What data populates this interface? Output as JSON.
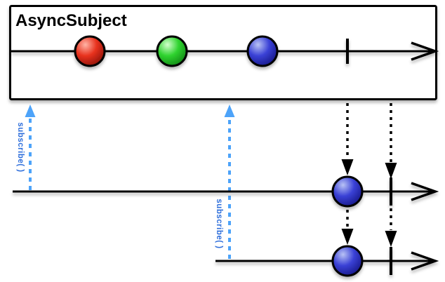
{
  "diagram": {
    "title": "AsyncSubject",
    "type": "marble-diagram",
    "source_timeline": {
      "marbles": [
        "red",
        "green",
        "blue"
      ],
      "completed": true
    },
    "observers": [
      {
        "label": "subscribe( )",
        "received_marbles": [
          "blue"
        ],
        "completed": true
      },
      {
        "label": "subscribe( )",
        "received_marbles": [
          "blue"
        ],
        "completed": true
      }
    ]
  },
  "labels": {
    "subscribe_1": "subscribe( )",
    "subscribe_2": "subscribe( )"
  },
  "colors": {
    "line": "#000000",
    "box_border": "#000000",
    "box_fill": "#ffffff",
    "subscribe_arrow": "#4da3f9",
    "subscribe_text": "#2f6fdb",
    "red": "#e8321e",
    "red_light": "#ffb4a6",
    "red_dark": "#7e0d05",
    "green": "#2fd32f",
    "green_light": "#d2ffcc",
    "green_dark": "#0c7a10",
    "blue": "#3a41d6",
    "blue_light": "#b9c3f5",
    "blue_dark": "#10107a"
  }
}
